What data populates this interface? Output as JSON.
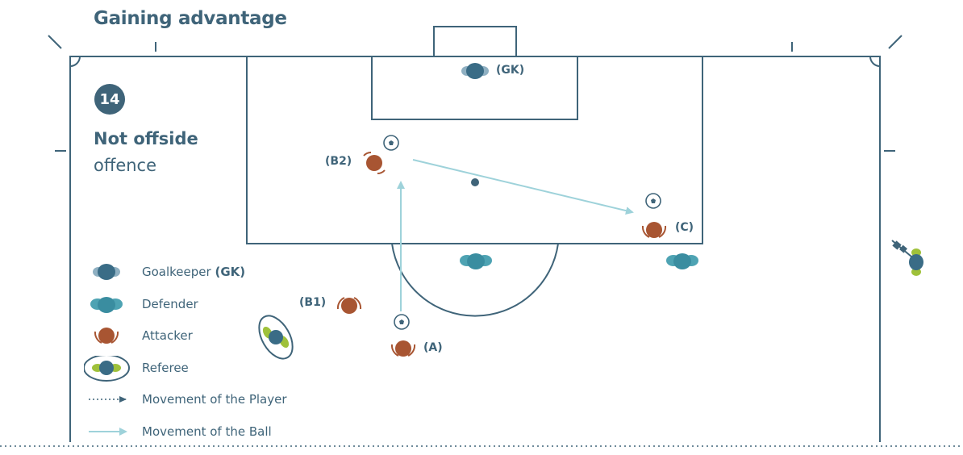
{
  "title": "Gaining advantage",
  "scenario_number": "14",
  "decision": {
    "main": "Not offside",
    "sub": "offence"
  },
  "players": {
    "gk": "(GK)",
    "b2": "(B2)",
    "b1": "(B1)",
    "a": "(A)",
    "c": "(C)"
  },
  "legend": {
    "goalkeeper": {
      "label": "Goalkeeper",
      "suffix": "(GK)"
    },
    "defender": "Defender",
    "attacker": "Attacker",
    "referee": "Referee",
    "player_movement": "Movement of the Player",
    "ball_movement": "Movement of the Ball"
  },
  "colors": {
    "line": "#3f6479",
    "goalkeeper": "#3a6c86",
    "defender": "#4ea3b3",
    "attacker": "#a85532",
    "referee_accent": "#9fc13a",
    "ball_arrow": "#9ed2da"
  },
  "icons": [
    "ball-icon",
    "player-icon",
    "referee-icon",
    "flag-icon",
    "arrow-icon"
  ]
}
